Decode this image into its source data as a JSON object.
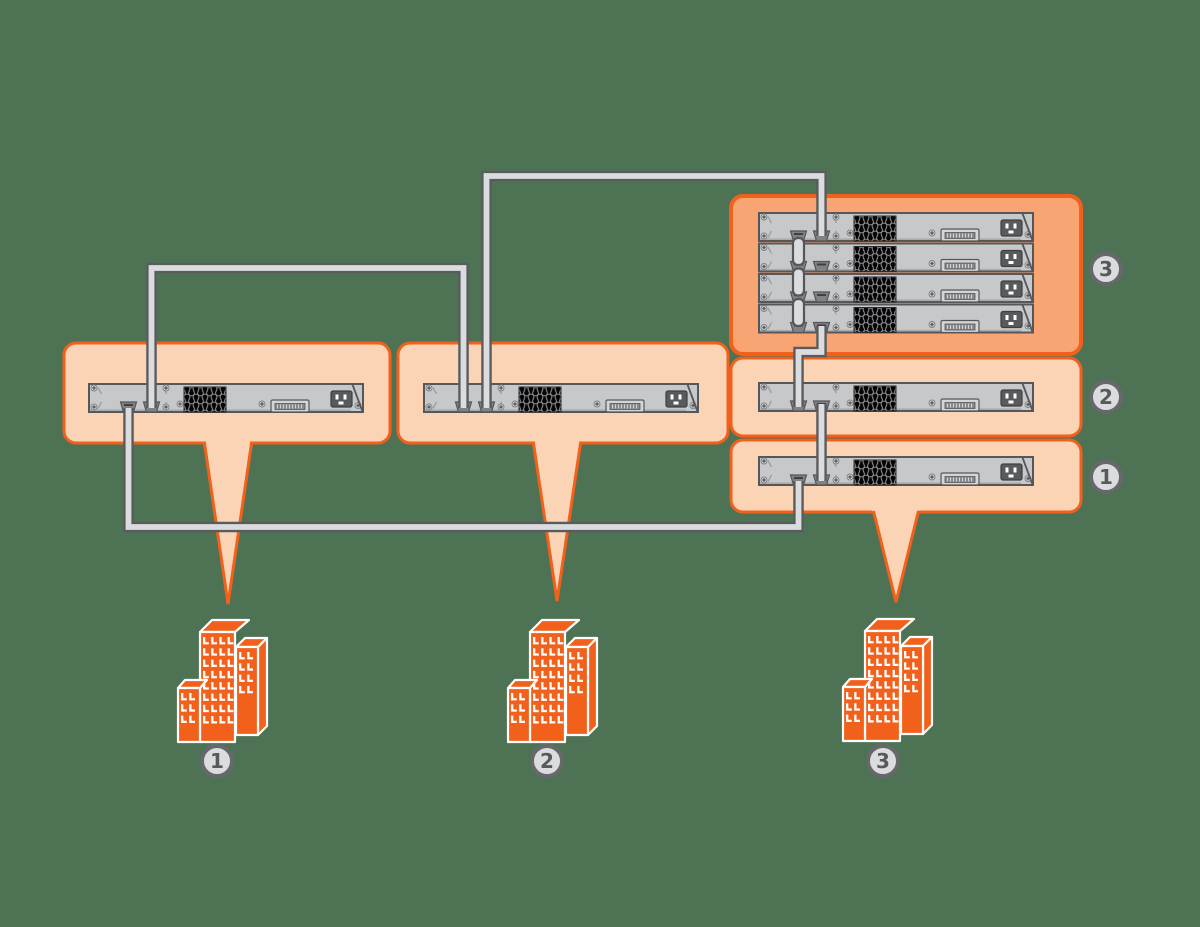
{
  "diagram": {
    "background_color": "#4D7254",
    "colors": {
      "orange_accent": "#F2611C",
      "highlight_light": "#FBD4B6",
      "highlight_dark": "#F8A573",
      "cable_fill": "#DBDCDD",
      "cable_outline": "#5A5B5E",
      "switch_body": "#C7C8CA",
      "badge_fill": "#DBDCDD",
      "badge_ring": "#66686B",
      "badge_text": "#58595B",
      "building": "#F2611C"
    },
    "stack_groups": [
      {
        "badge": "3"
      },
      {
        "badge": "2"
      },
      {
        "badge": "1"
      }
    ],
    "sites": [
      {
        "badge": "1"
      },
      {
        "badge": "2"
      },
      {
        "badge": "3"
      }
    ]
  }
}
